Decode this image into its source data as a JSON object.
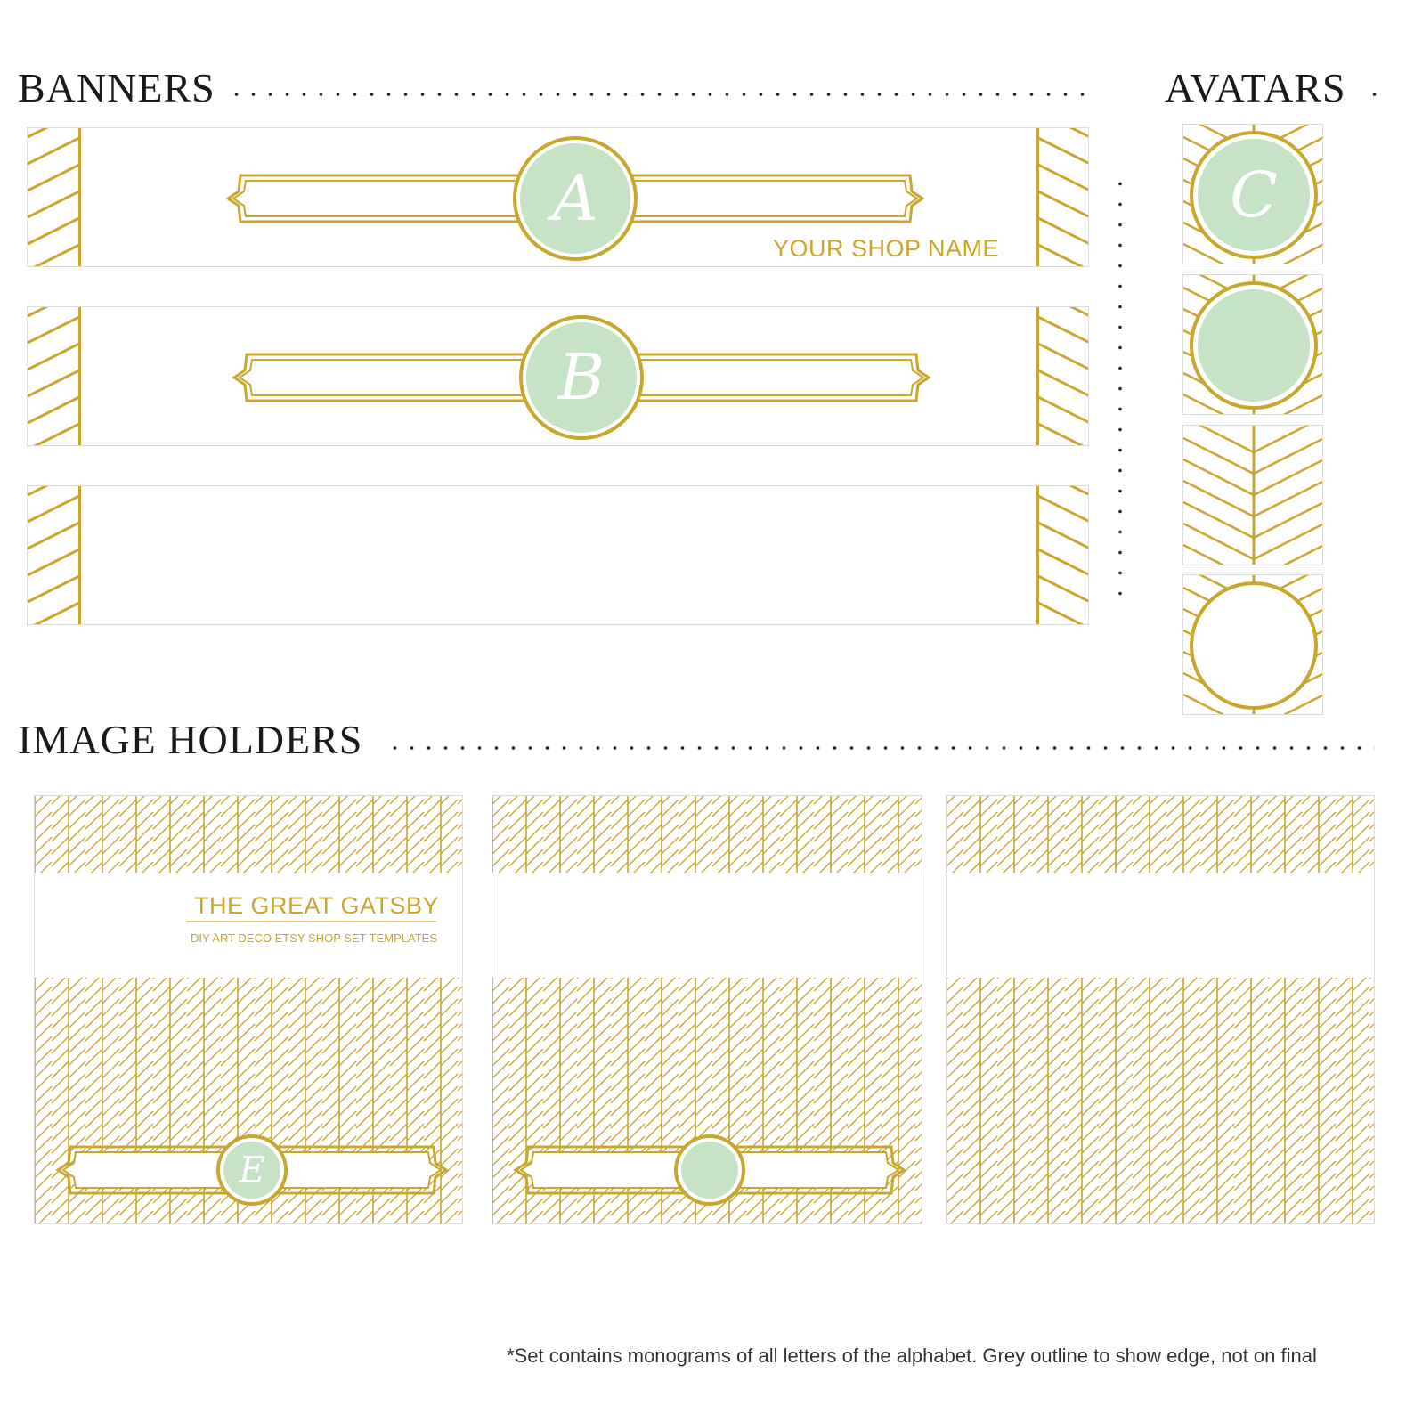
{
  "colors": {
    "gold": "#c9a62c",
    "mint": "#c6e3c5",
    "outline": "#dcdcdc",
    "text": "#1a1a1a"
  },
  "headings": {
    "banners": "BANNERS",
    "avatars": "AVATARS",
    "image_holders": "IMAGE HOLDERS"
  },
  "banners": [
    {
      "monogram": "A",
      "shop_name": "YOUR SHOP NAME"
    },
    {
      "monogram": "B"
    },
    {}
  ],
  "avatars": [
    {
      "monogram": "C",
      "fill": "mint"
    },
    {
      "fill": "mint"
    },
    {
      "fill": "none"
    },
    {
      "fill": "white-ring"
    }
  ],
  "image_holders": [
    {
      "title": "THE GREAT GATSBY",
      "subtitle": "DIY ART DECO ETSY SHOP SET TEMPLATES",
      "monogram": "E"
    },
    {
      "monogram": ""
    },
    {}
  ],
  "footnote": "*Set contains monograms of all letters of the alphabet. Grey outline to show edge, not on final"
}
